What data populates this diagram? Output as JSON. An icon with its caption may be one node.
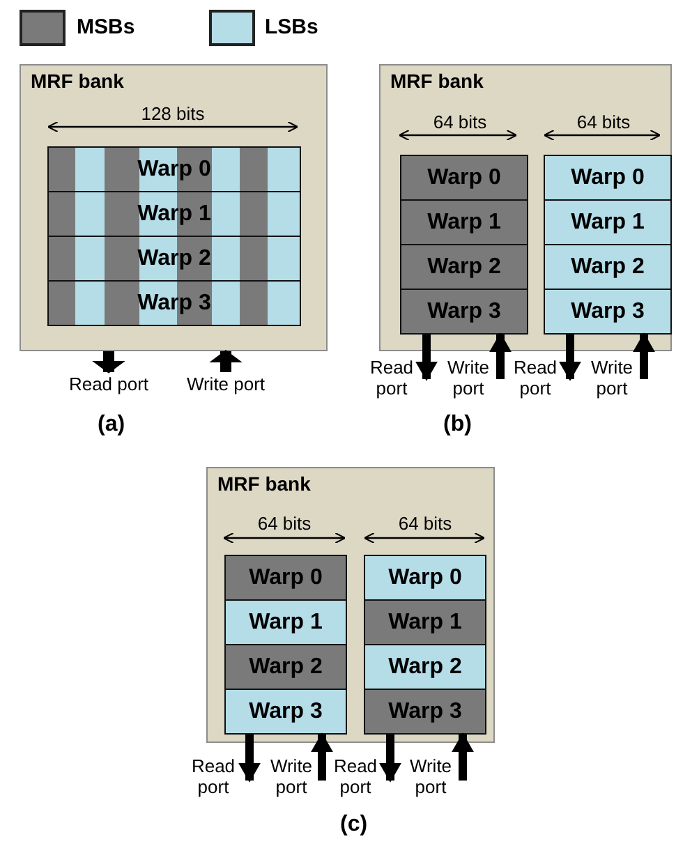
{
  "diagram": {
    "nodes": [
      {
        "text": [
          "MRF bank"
        ]
      },
      {
        "text": [
          "Warp 0"
        ],
        "in": 0
      },
      {
        "text": [
          "Warp 1"
        ],
        "in": 0
      },
      {
        "text": [
          "Warp 2"
        ],
        "in": 0
      },
      {
        "text": [
          "Warp 3"
        ],
        "in": 0
      },
      {
        "text": [
          "Read port"
        ]
      },
      {
        "text": [
          "Write port"
        ]
      },
      {
        "text": [
          "MRF bank"
        ]
      },
      {
        "text": [
          "Warp 0"
        ],
        "in": 7
      },
      {
        "text": [
          "Warp 1"
        ],
        "in": 7
      },
      {
        "text": [
          "Warp 2"
        ],
        "in": 7
      },
      {
        "text": [
          "Warp 3"
        ],
        "in": 7
      },
      {
        "text": [
          "Warp 0"
        ],
        "in": 7
      },
      {
        "text": [
          "Warp 1"
        ],
        "in": 7
      },
      {
        "text": [
          "Warp 2"
        ],
        "in": 7
      },
      {
        "text": [
          "Warp 3"
        ],
        "in": 7
      },
      {
        "text": [
          "Read port"
        ]
      },
      {
        "text": [
          "Write port"
        ]
      },
      {
        "text": [
          "Read port"
        ]
      },
      {
        "text": [
          "Write port"
        ]
      },
      {
        "text": [
          "MRF bank"
        ]
      },
      {
        "text": [
          "Warp 0"
        ],
        "in": 20
      },
      {
        "text": [
          "Warp 1"
        ],
        "in": 20
      },
      {
        "text": [
          "Warp 2"
        ],
        "in": 20
      },
      {
        "text": [
          "Warp 3"
        ],
        "in": 20
      },
      {
        "text": [
          "Warp 0"
        ],
        "in": 20
      },
      {
        "text": [
          "Warp 1"
        ],
        "in": 20
      },
      {
        "text": [
          "Warp 2"
        ],
        "in": 20
      },
      {
        "text": [
          "Warp 3"
        ],
        "in": 20
      },
      {
        "text": [
          "Read port"
        ]
      },
      {
        "text": [
          "Write port"
        ]
      },
      {
        "text": [
          "Read port"
        ]
      },
      {
        "text": [
          "Write port"
        ]
      }
    ],
    "edges": [
      {
        "from": 0,
        "to": 5,
        "arrow": "to"
      },
      {
        "from": 6,
        "to": 0,
        "arrow": "to"
      },
      {
        "from": 11,
        "to": 16,
        "arrow": "to"
      },
      {
        "from": 17,
        "to": 11,
        "arrow": "to"
      },
      {
        "from": 15,
        "to": 18,
        "arrow": "to"
      },
      {
        "from": 19,
        "to": 15,
        "arrow": "to"
      },
      {
        "from": 24,
        "to": 29,
        "arrow": "to"
      },
      {
        "from": 30,
        "to": 24,
        "arrow": "to"
      },
      {
        "from": 28,
        "to": 31,
        "arrow": "to"
      },
      {
        "from": 32,
        "to": 28,
        "arrow": "to"
      }
    ],
    "labels": [
      "128 bits",
      "64 bits",
      "64 bits",
      "(a)",
      "(b)",
      "64 bits",
      "64 bits",
      "(c)"
    ],
    "legend": [
      {
        "text": "MSBs",
        "color": "#7a7a7a"
      },
      {
        "text": "LSBs",
        "color": "#b4dde8"
      }
    ]
  }
}
